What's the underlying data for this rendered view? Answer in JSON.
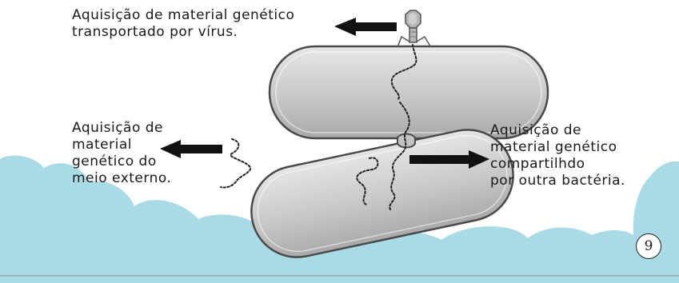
{
  "captions": {
    "virus": [
      "Aquisição de material genético",
      "transportado por  vírus."
    ],
    "environment": [
      "Aquisição de",
      "material",
      "genético do",
      "meio externo."
    ],
    "conjugation": [
      "Aquisição de",
      "material genético",
      "compartilhdo",
      "por outra bactéria."
    ]
  },
  "page_number": "9",
  "colors": {
    "sky_blue": "#a9dbe6",
    "bacterium_fill": "#c9c9c9",
    "bacterium_outline": "#4a4a4a",
    "arrow": "#111111",
    "dna_strand": "#222222",
    "phage_fill": "#b5b5b5"
  },
  "icons": [
    "bacteriophage-icon",
    "arrow-left-icon",
    "arrow-right-icon",
    "dna-fragment-icon"
  ]
}
